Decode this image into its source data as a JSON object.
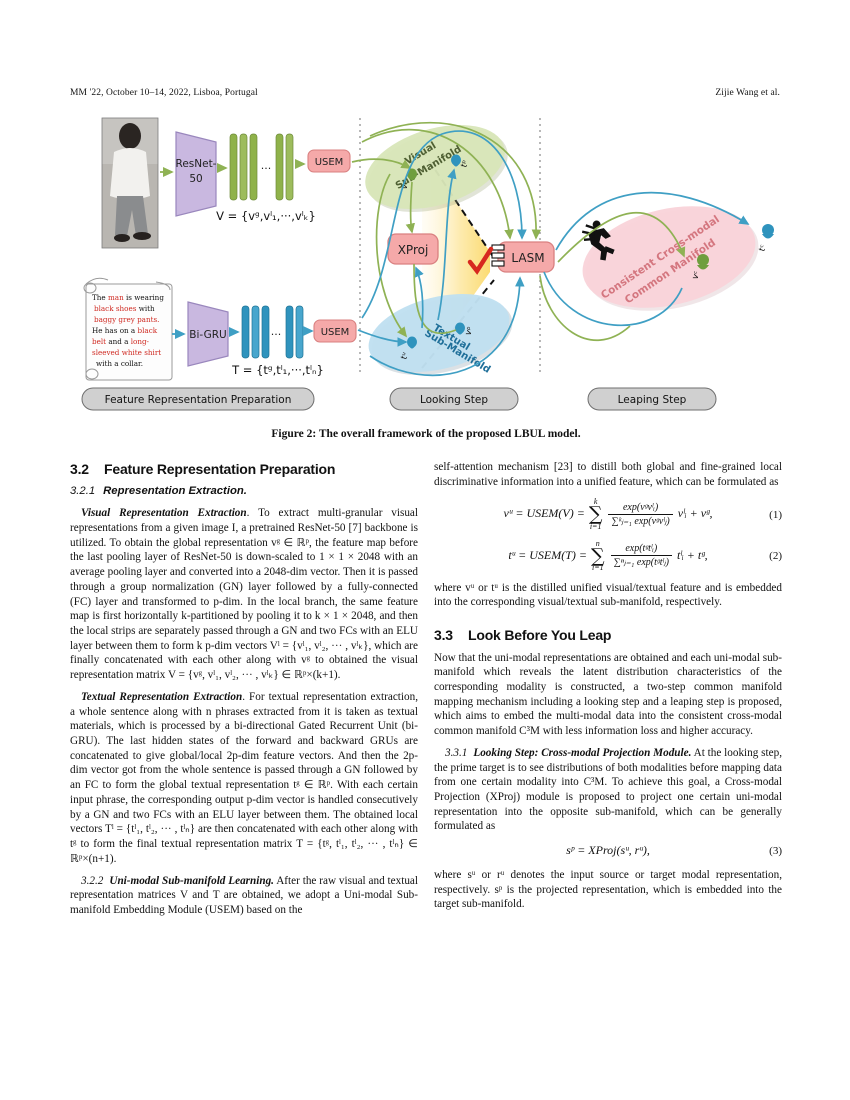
{
  "header": {
    "left": "MM '22, October 10–14, 2022, Lisboa, Portugal",
    "right": "Zijie Wang et al."
  },
  "figure": {
    "caption": "Figure 2: The overall framework of the proposed LBUL model.",
    "image_alt": "photo-of-pedestrian",
    "text_query": {
      "segments": [
        {
          "t": "The ",
          "red": false
        },
        {
          "t": "man",
          "red": true
        },
        {
          "t": " is wearing ",
          "red": false
        },
        {
          "t": "black shoes",
          "red": true
        },
        {
          "t": " with ",
          "red": false
        },
        {
          "t": "baggy grey pants.",
          "red": true
        },
        {
          "t": " He has on a ",
          "red": false
        },
        {
          "t": "black belt",
          "red": true
        },
        {
          "t": " and a ",
          "red": false
        },
        {
          "t": "long-sleeved white shirt",
          "red": true
        },
        {
          "t": " with a collar.",
          "red": false
        }
      ]
    },
    "blocks": {
      "resnet": "ResNet-50",
      "bigru": "Bi-GRU",
      "usem_visual": "USEM",
      "usem_textual": "USEM",
      "xproj": "XProj",
      "lasm": "LASM",
      "ellipsis": "···"
    },
    "formulas": {
      "visual_matrix": "V = {vᵍ,vˡ₁,···,vˡₖ}",
      "textual_matrix": "T = {tᵍ,tˡ₁,···,tˡₙ}"
    },
    "manifolds": {
      "visual": "Visual Sub-Manifold",
      "textual": "Textual Sub-Manifold",
      "common": "Consistent Cross-modal Common Manifold"
    },
    "node_labels": {
      "v_u": "vᵘ",
      "t_p": "tᵖ",
      "t_u": "tᵘ",
      "v_p": "vᵖ",
      "v_c": "vᶜ",
      "t_c": "tᶜ"
    },
    "stage_labels": [
      "Feature Representation Preparation",
      "Looking Step",
      "Leaping Step"
    ],
    "colors": {
      "visual_ellipse": "#d8e6b8",
      "textual_ellipse": "#bfe0f0",
      "common_ellipse": "#f9d3da",
      "module_box": "#f5a9a9",
      "green_arrow": "#8fb councils",
      "green": "#8fb254",
      "blue": "#3f9fc4",
      "purple_block": "#c9b8e0",
      "stage_pill": "#cfcfcf",
      "check_red": "#d7281f",
      "beam_yellow": "#fde7a0"
    }
  },
  "left_column": {
    "section": {
      "num": "3.2",
      "title": "Feature Representation Preparation"
    },
    "subsection": {
      "num": "3.2.1",
      "title": "Representation Extraction."
    },
    "para_visual_lead": "Visual Representation Extraction",
    "para_visual": ". To extract multi-granular visual representations from a given image I, a pretrained ResNet-50 [7] backbone is utilized. To obtain the global representation vᵍ ∈ ℝᵖ, the feature map before the last pooling layer of ResNet-50 is down-scaled to 1 × 1 × 2048 with an average pooling layer and converted into a 2048-dim vector. Then it is passed through a group normalization (GN) layer followed by a fully-connected (FC) layer and transformed to p-dim. In the local branch, the same feature map is first horizontally k-partitioned by pooling it to k × 1 × 2048, and then the local strips are separately passed through a GN and two FCs with an ELU layer between them to form k p-dim vectors Vˡ = {vˡ₁, vˡ₂, ··· , vˡₖ}, which are finally concatenated with each other along with vᵍ to obtained the visual representation matrix V = {vᵍ, vˡ₁, vˡ₂, ··· , vˡₖ} ∈ ℝᵖ×(k+1).",
    "para_textual_lead": "Textual Representation Extraction",
    "para_textual": ". For textual representation extraction, a whole sentence along with n phrases extracted from it is taken as textual materials, which is processed by a bi-directional Gated Recurrent Unit (bi-GRU). The last hidden states of the forward and backward GRUs are concatenated to give global/local 2p-dim feature vectors. And then the 2p-dim vector got from the whole sentence is passed through a GN followed by an FC to form the global textual representation tᵍ ∈ ℝᵖ. With each certain input phrase, the corresponding output p-dim vector is handled consecutively by a GN and two FCs with an ELU layer between them. The obtained local vectors Tˡ = {tˡ₁, tˡ₂, ··· , tˡₙ} are then concatenated with each other along with tᵍ to form the final textual representation matrix T = {tᵍ, tˡ₁, tˡ₂, ··· , tˡₙ} ∈ ℝᵖ×(n+1).",
    "subsection2": {
      "num": "3.2.2",
      "title": "Uni-modal Sub-manifold Learning."
    },
    "para_unimodal": " After the raw visual and textual representation matrices V and T are obtained, we adopt a Uni-modal Sub-manifold Embedding Module (USEM) based on the"
  },
  "right_column": {
    "para_continue": "self-attention mechanism [23] to distill both global and fine-grained local discriminative information into a unified feature, which can be formulated as",
    "eq1": {
      "lhs": "vᵘ = USEM(V) =",
      "sum_top": "k",
      "sum_bot": "i=1",
      "num": "exp(vᵍvˡᵢ)",
      "den": "∑ᵏⱼ₌₁ exp(vᵍvˡⱼ)",
      "tail": "vˡᵢ + vᵍ,",
      "tag": "(1)"
    },
    "eq2": {
      "lhs": "tᵘ = USEM(T) =",
      "sum_top": "n",
      "sum_bot": "i=1",
      "num": "exp(tᵍtˡᵢ)",
      "den": "∑ⁿⱼ₌₁ exp(tᵍtˡⱼ)",
      "tail": "tˡᵢ + tᵍ,",
      "tag": "(2)"
    },
    "para_where": "where vᵘ or tᵘ is the distilled unified visual/textual feature and is embedded into the corresponding visual/textual sub-manifold, respectively.",
    "section": {
      "num": "3.3",
      "title": "Look Before You Leap"
    },
    "para_now": "Now that the uni-modal representations are obtained and each uni-modal sub-manifold which reveals the latent distribution characteristics of the corresponding modality is constructed, a two-step common manifold mapping mechanism including a looking step and a leaping step is proposed, which aims to embed the multi-modal data into the consistent cross-modal common manifold C³M with less information loss and higher accuracy.",
    "subsection": {
      "num": "3.3.1",
      "title": "Looking Step: Cross-modal Projection Module."
    },
    "para_looking": " At the looking step, the prime target is to see distributions of both modalities before mapping data from one certain modality into C³M. To achieve this goal, a Cross-modal Projection (XProj) module is proposed to project one certain uni-modal representation into the opposite sub-manifold, which can be generally formulated as",
    "eq3": {
      "body": "sᵖ = XProj(sᵘ, rᵘ),",
      "tag": "(3)"
    },
    "para_where2": "where sᵘ or rᵘ denotes the input source or target modal representation, respectively. sᵖ is the projected representation, which is embedded into the target sub-manifold."
  }
}
